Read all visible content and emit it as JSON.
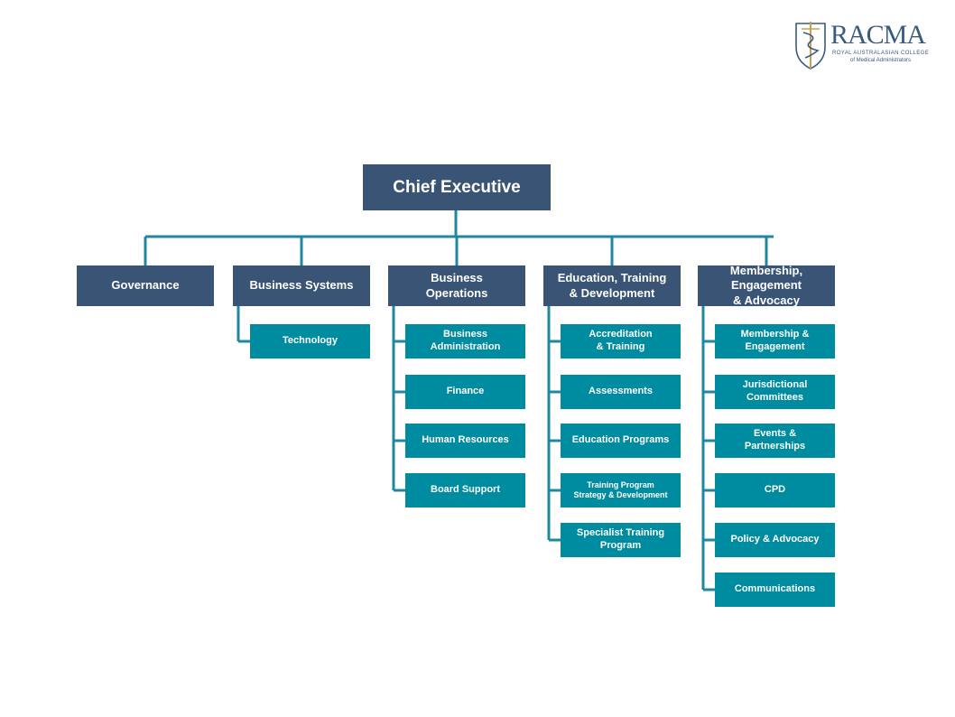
{
  "logo": {
    "wordmark": "RACMA",
    "line1": "ROYAL AUSTRALASIAN COLLEGE",
    "line2": "of Medical Administrators",
    "color": "#3a5a80",
    "accent": "#c8a24a"
  },
  "colors": {
    "header": "#3a5475",
    "unit": "#008ca0",
    "connector": "#1f87a0"
  },
  "chief": {
    "label": "Chief Executive"
  },
  "departments": [
    {
      "id": "governance",
      "label": "Governance",
      "units": []
    },
    {
      "id": "business-systems",
      "label": "Business Systems",
      "units": [
        "Technology"
      ]
    },
    {
      "id": "business-operations",
      "label": "Business\nOperations",
      "units": [
        "Business\nAdministration",
        "Finance",
        "Human Resources",
        "Board Support"
      ]
    },
    {
      "id": "education-training",
      "label": "Education, Training\n& Development",
      "units": [
        "Accreditation\n& Training",
        "Assessments",
        "Education Programs",
        "Training Program\nStrategy & Development",
        "Specialist Training\nProgram"
      ]
    },
    {
      "id": "membership-engagement",
      "label": "Membership, Engagement\n& Advocacy",
      "units": [
        "Membership &\nEngagement",
        "Jurisdictional\nCommittees",
        "Events &\nPartnerships",
        "CPD",
        "Policy & Advocacy",
        "Communications"
      ]
    }
  ]
}
